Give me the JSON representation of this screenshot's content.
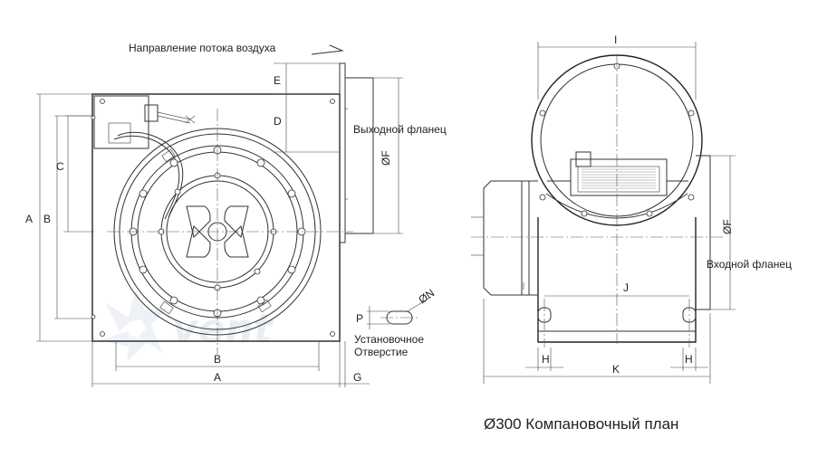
{
  "labels": {
    "airflow": "Направление потока воздуха",
    "outlet_flange": "Выходной фланец",
    "inlet_flange": "Входной фланец",
    "mount_hole_line1": "Установочное",
    "mount_hole_line2": "Отверстие",
    "title": "Ø300 Компановочный план"
  },
  "dims": {
    "A": "A",
    "B": "B",
    "C": "C",
    "D": "D",
    "E": "E",
    "F": "ØF",
    "G": "G",
    "H": "H",
    "I": "I",
    "J": "J",
    "K": "K",
    "N": "ØN",
    "P": "P"
  },
  "watermark": "vent"
}
